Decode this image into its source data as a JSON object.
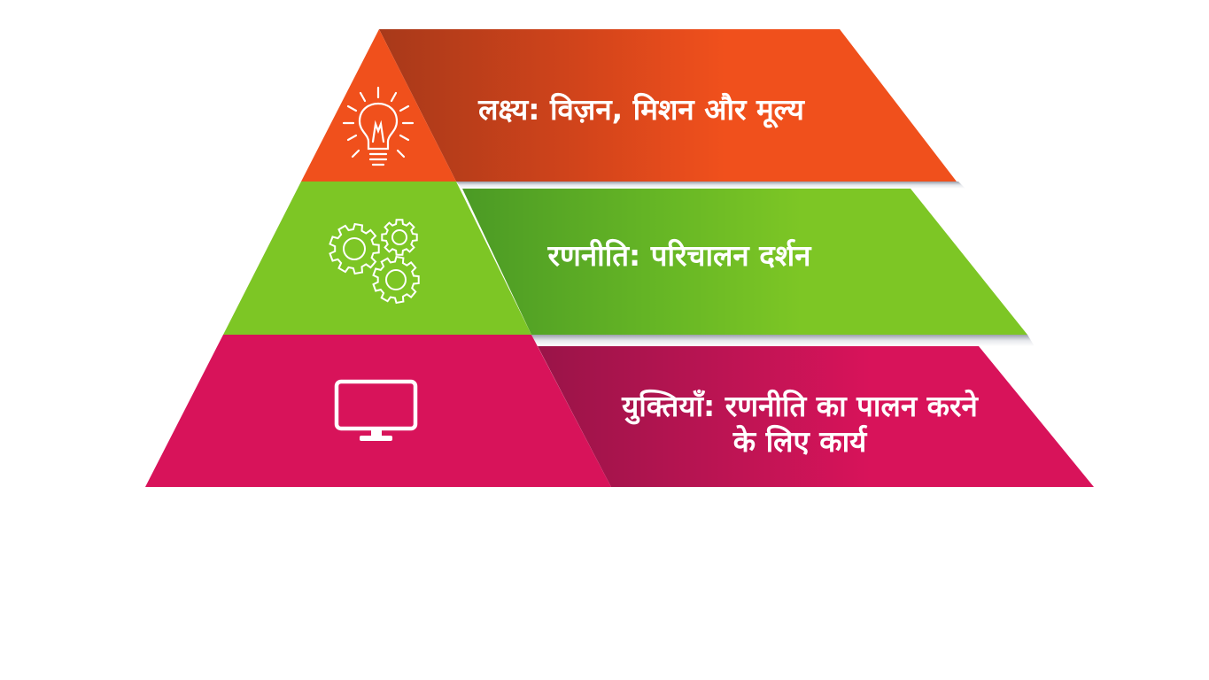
{
  "pyramid": {
    "tiers": [
      {
        "id": "goals",
        "label": "लक्ष्य: विज़न, मिशन और मूल्य",
        "icon": "lightbulb-icon",
        "color": "#f0501c",
        "color_dark": "#a8391a"
      },
      {
        "id": "strategy",
        "label": "रणनीति: परिचालन दर्शन",
        "icon": "gears-icon",
        "color": "#7dc625",
        "color_dark": "#4b9a25"
      },
      {
        "id": "tactics",
        "label": "युक्तियाँ: रणनीति का पालन करने के लिए कार्य",
        "label_line1": "युक्तियाँ: रणनीति का पालन करने",
        "label_line2": "के लिए कार्य",
        "icon": "monitor-icon",
        "color": "#d8135a",
        "color_dark": "#9a1448"
      }
    ]
  }
}
